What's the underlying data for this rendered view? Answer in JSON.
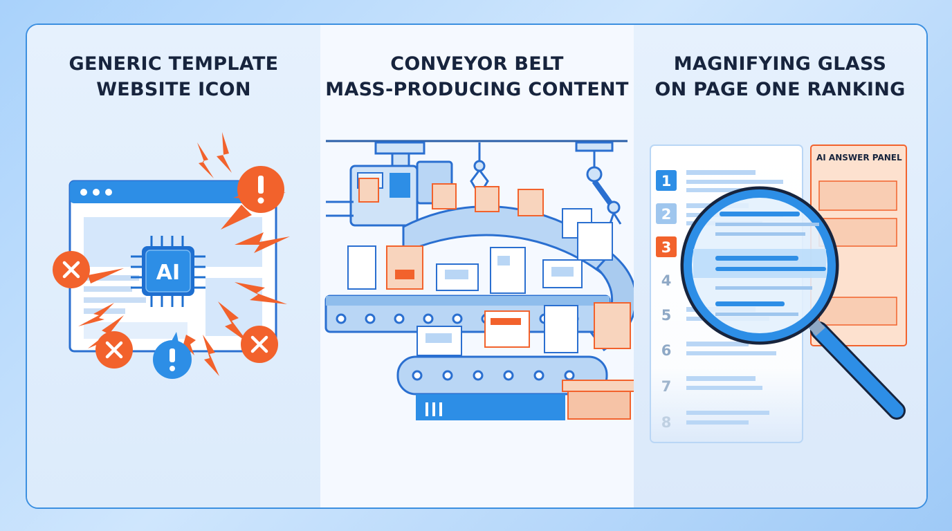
{
  "panels": [
    {
      "title_line1": "GENERIC TEMPLATE",
      "title_line2": "WEBSITE ICON",
      "chip_label": "AI"
    },
    {
      "title_line1": "CONVEYOR BELT",
      "title_line2": "MASS-PRODUCING CONTENT"
    },
    {
      "title_line1": "MAGNIFYING GLASS",
      "title_line2": "ON PAGE ONE RANKING",
      "answer_panel_label": "AI ANSWER PANEL",
      "ranks": [
        "1",
        "2",
        "3",
        "4",
        "5",
        "6",
        "7",
        "8"
      ]
    }
  ],
  "colors": {
    "blue": "#2d8ee6",
    "orange": "#f2622c",
    "navy": "#17243d",
    "light_blue": "#cfe3f8"
  }
}
